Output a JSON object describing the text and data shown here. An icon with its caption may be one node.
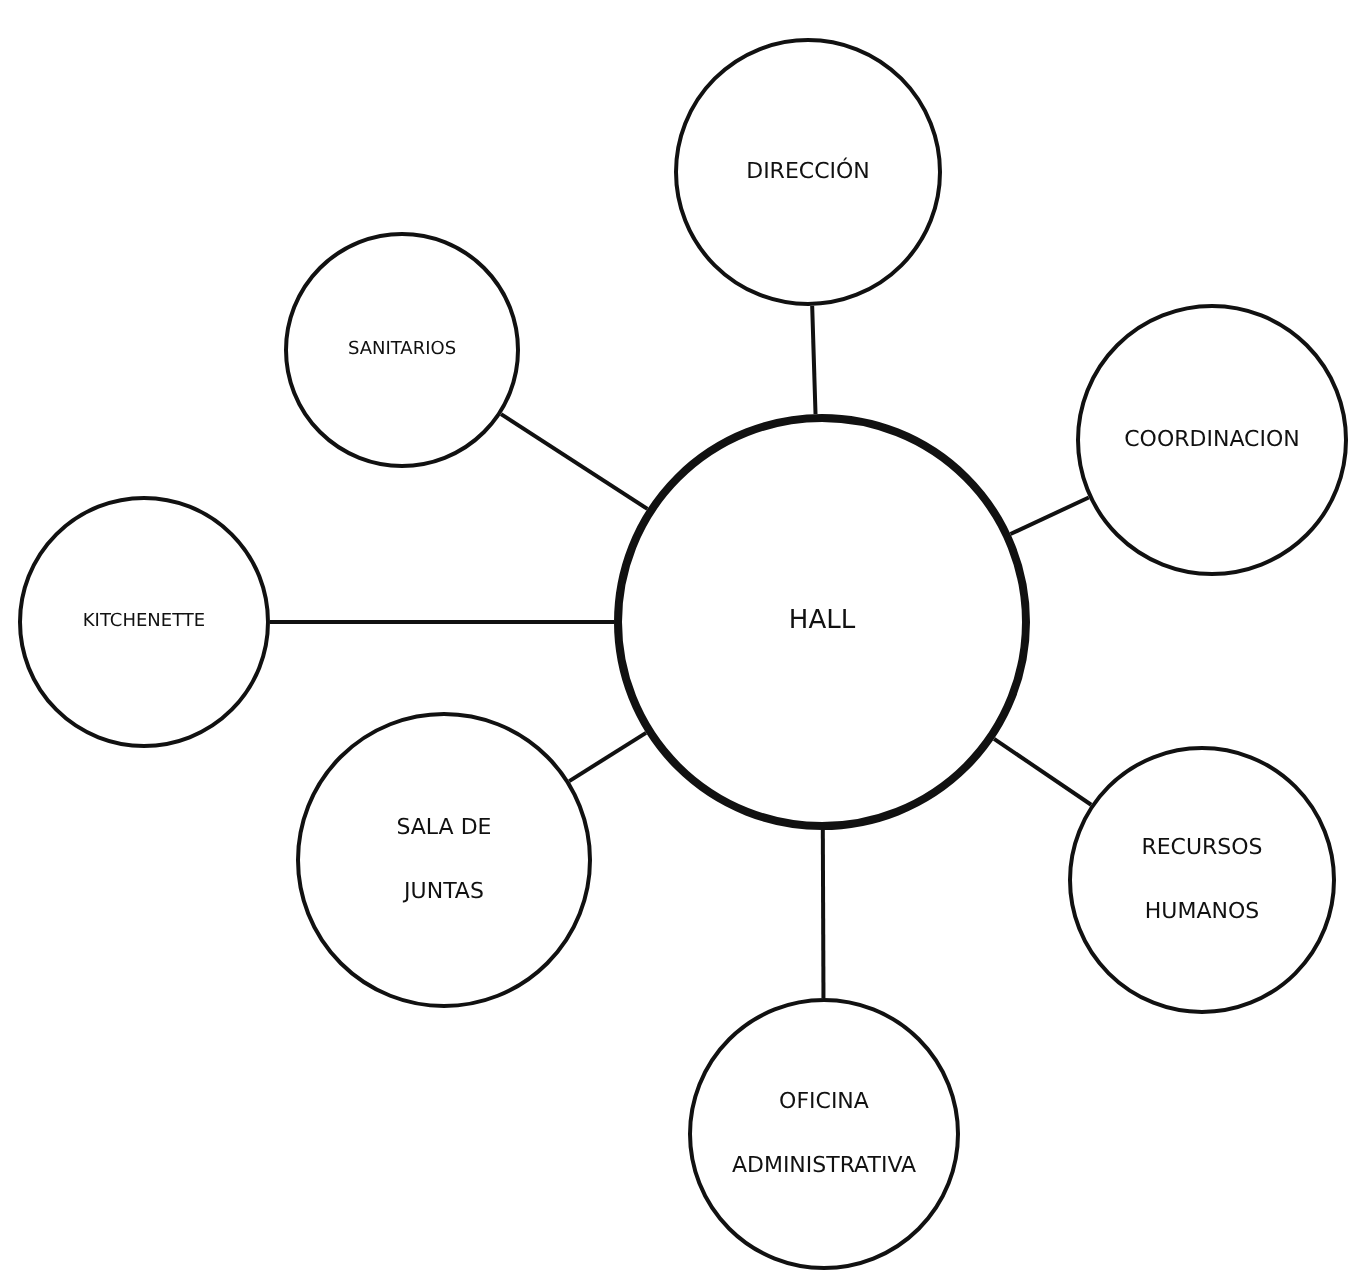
{
  "diagram": {
    "nodes": [
      {
        "text": [
          "DIRECCIÓN"
        ]
      },
      {
        "text": [
          "SANITARIOS"
        ]
      },
      {
        "text": [
          "COORDINACION"
        ]
      },
      {
        "text": [
          "KITCHENETTE"
        ]
      },
      {
        "text": [
          "HALL"
        ]
      },
      {
        "text": [
          "SALA DE JUNTAS"
        ]
      },
      {
        "text": [
          "RECURSOS HUMANOS"
        ]
      },
      {
        "text": [
          "OFICINA ADMINISTRATIVA"
        ]
      }
    ],
    "edges": [
      {
        "from": 4,
        "to": 0,
        "arrow": "none"
      },
      {
        "from": 4,
        "to": 1,
        "arrow": "none"
      },
      {
        "from": 4,
        "to": 2,
        "arrow": "none"
      },
      {
        "from": 4,
        "to": 3,
        "arrow": "none"
      },
      {
        "from": 4,
        "to": 5,
        "arrow": "none"
      },
      {
        "from": 4,
        "to": 6,
        "arrow": "none"
      },
      {
        "from": 4,
        "to": 7,
        "arrow": "none"
      }
    ]
  }
}
